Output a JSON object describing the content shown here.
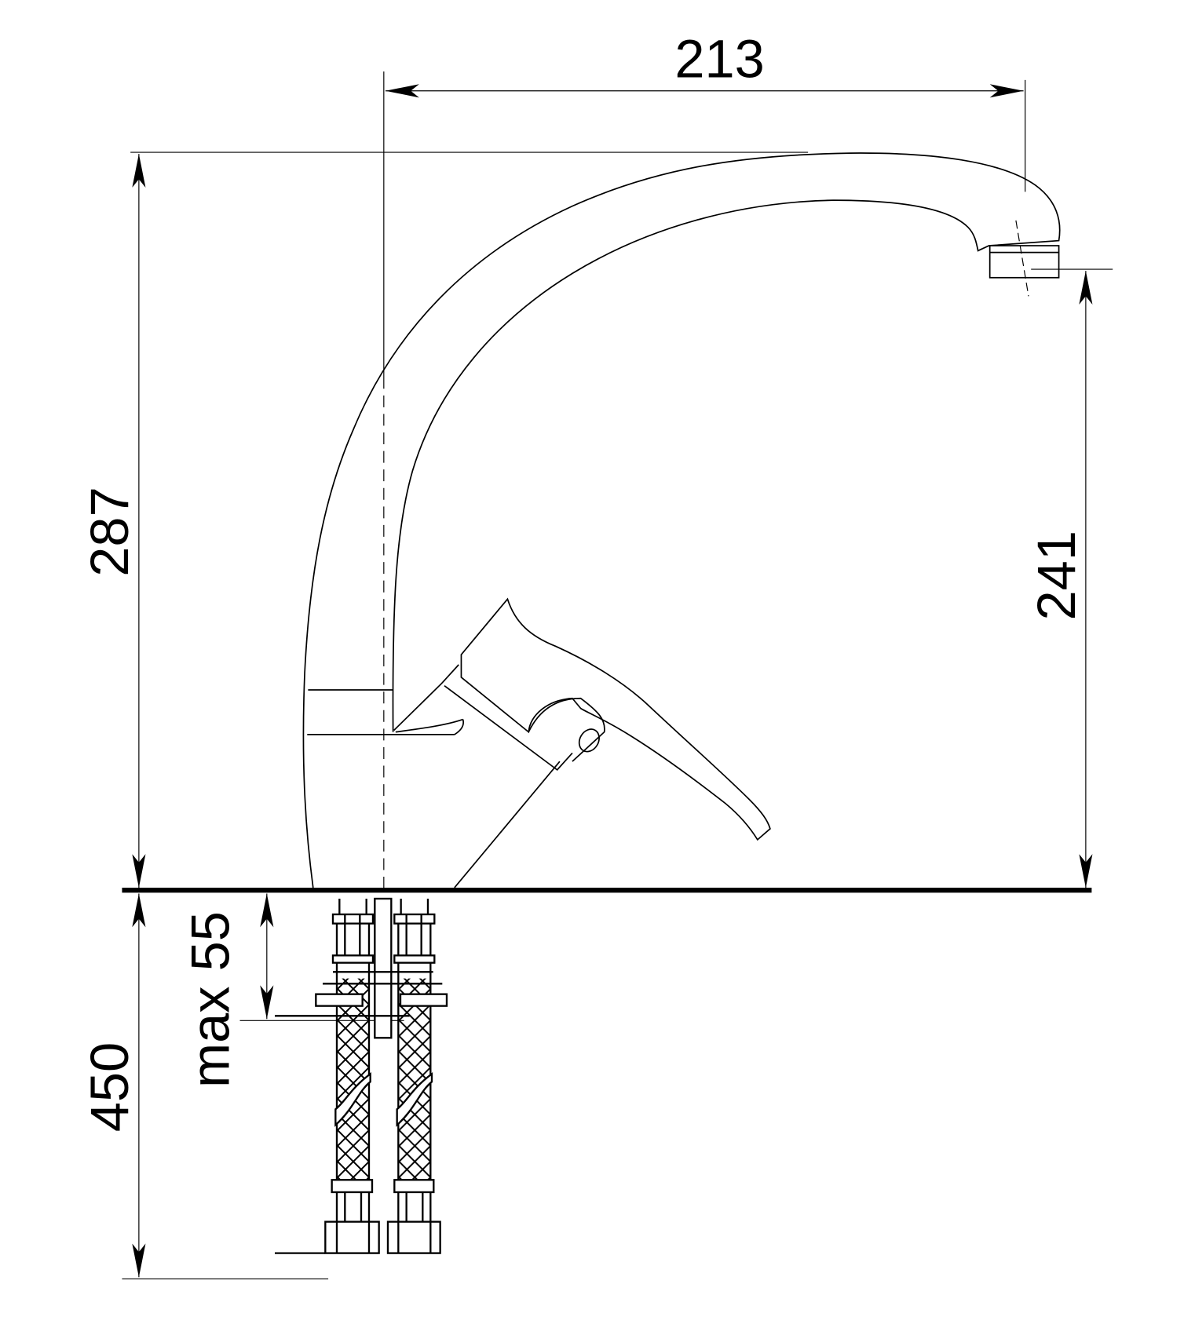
{
  "drawing": {
    "title": "Faucet dimension drawing",
    "dimensions": {
      "spout_reach": "213",
      "total_height": "287",
      "spout_outlet_height": "241",
      "hose_length": "450",
      "max_countertop_thickness": "max 55"
    },
    "colors": {
      "line": "#000000",
      "background": "#ffffff"
    }
  }
}
